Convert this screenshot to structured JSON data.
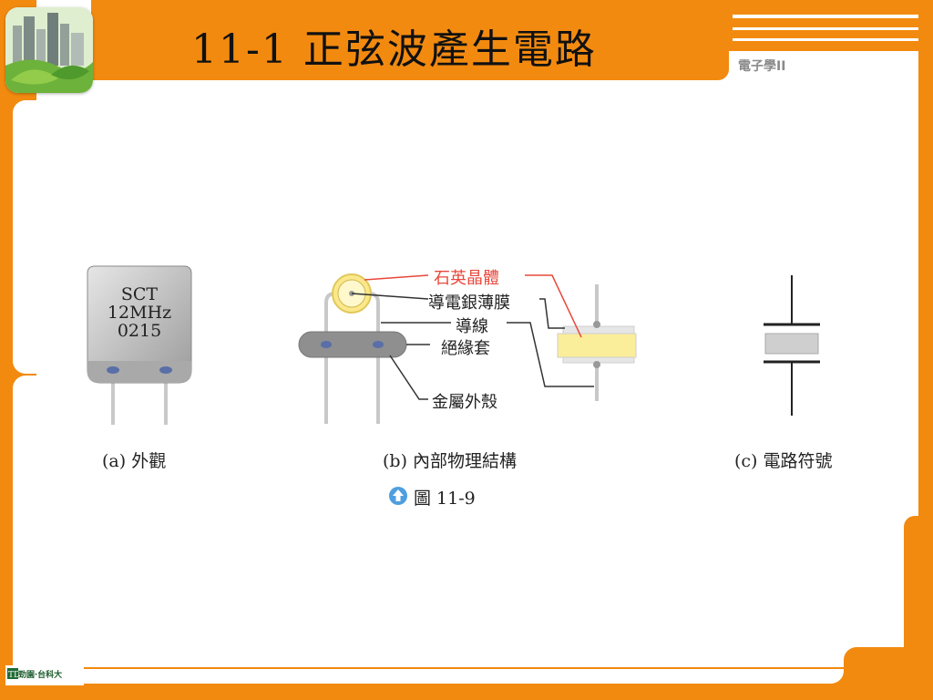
{
  "header": {
    "title": "11-1  正弦波產生電路",
    "subject": "電子學II"
  },
  "figure": {
    "crystal_marking": [
      "SCT",
      "12MHz",
      "0215"
    ],
    "labels": {
      "quartz": "石英晶體",
      "silver_film": "導電銀薄膜",
      "wire": "導線",
      "insulator": "絕緣套",
      "metal_case": "金屬外殼"
    },
    "captions": {
      "a": "(a) 外觀",
      "b": "(b) 內部物理結構",
      "c": "(c) 電路符號"
    },
    "number": "圖 11-9"
  },
  "footer": {
    "logo_text": "勁園‧台科大"
  },
  "colors": {
    "frame": "#f28a10",
    "label_red": "#e8483c",
    "crystal_yellow": "#fbee9a"
  }
}
